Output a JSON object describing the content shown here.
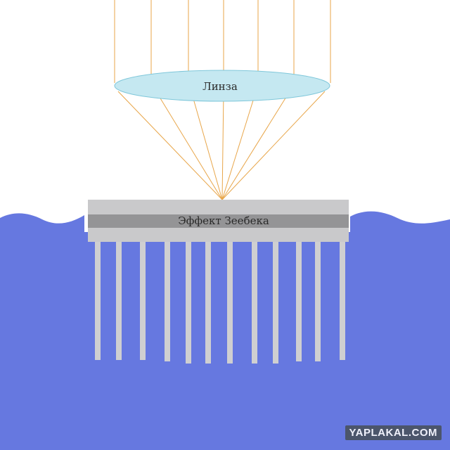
{
  "lens": {
    "label": "Линза",
    "color": "#c5e8f1",
    "border": "#7fc7da"
  },
  "plate": {
    "label": "Эффект Зеебека",
    "outer_color": "#c9c9cb",
    "middle_color": "#949496",
    "fins_count": 12,
    "fin_color": "#cfcfd1"
  },
  "rays": {
    "color": "#e8a64a",
    "count": 7
  },
  "water": {
    "color": "#6678e0"
  },
  "watermark": {
    "text": "YAPLAKAL.COM"
  }
}
